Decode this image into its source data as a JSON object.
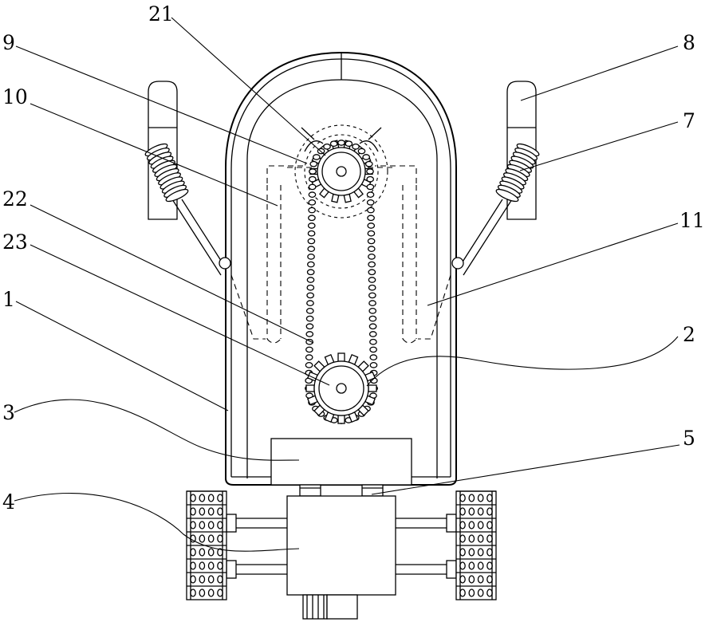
{
  "labels": [
    {
      "id": "21",
      "text": "21"
    },
    {
      "id": "9",
      "text": "9"
    },
    {
      "id": "10",
      "text": "10"
    },
    {
      "id": "22",
      "text": "22"
    },
    {
      "id": "23",
      "text": "23"
    },
    {
      "id": "1",
      "text": "1"
    },
    {
      "id": "3",
      "text": "3"
    },
    {
      "id": "4",
      "text": "4"
    },
    {
      "id": "8",
      "text": "8"
    },
    {
      "id": "7",
      "text": "7"
    },
    {
      "id": "11",
      "text": "11"
    },
    {
      "id": "2",
      "text": "2"
    },
    {
      "id": "5",
      "text": "5"
    }
  ]
}
